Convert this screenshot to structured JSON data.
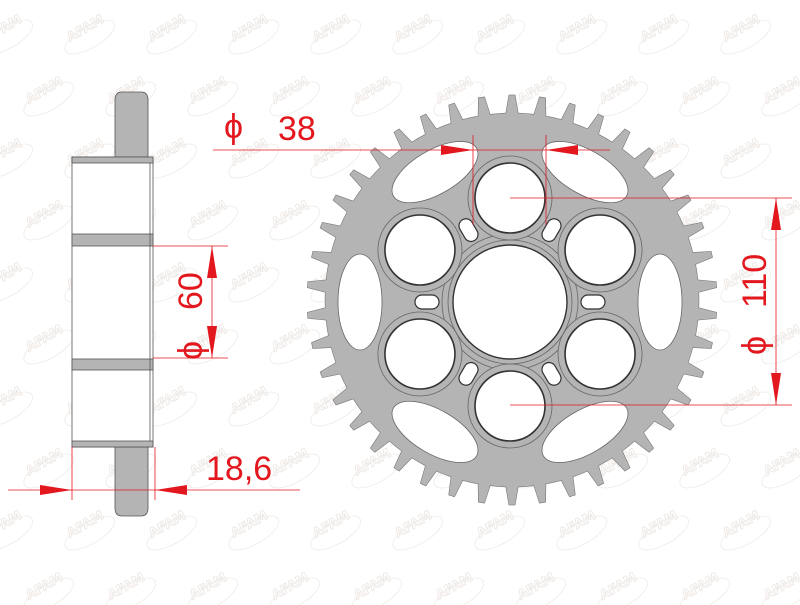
{
  "watermark": "AFAM",
  "colors": {
    "part_fill": "#b4b4b4",
    "outline": "#555555",
    "dimension": "#e3171e",
    "watermark": "#ece6e2"
  },
  "sprocket": {
    "teeth": 42,
    "bolt_holes": 6
  },
  "dimensions": {
    "bolt_hole_diameter": {
      "symbol": "ϕ",
      "value": "38"
    },
    "center_bore": {
      "symbol": "ϕ",
      "value": "60"
    },
    "bolt_circle": {
      "symbol": "ϕ",
      "value": "110"
    },
    "hub_width": {
      "value": "18,6"
    }
  }
}
